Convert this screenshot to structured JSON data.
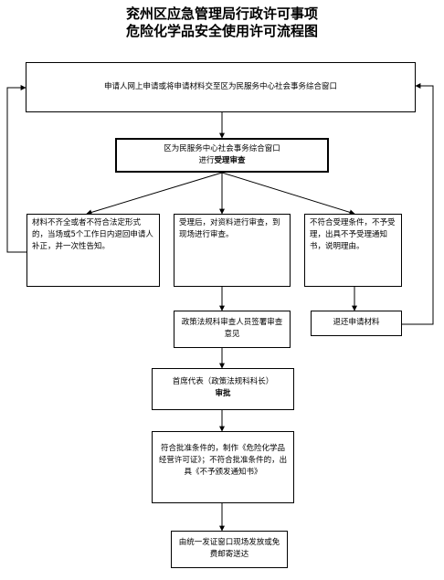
{
  "title": {
    "line1": "兖州区应急管理局行政许可事项",
    "line2": "危险化学品安全使用许可流程图"
  },
  "nodes": {
    "apply": "申请人网上申请或将申请材料交至区为民服务中心社会事务综合窗口",
    "accept_line1": "区为民服务中心社会事务综合窗口",
    "accept_line2_prefix": "进行",
    "accept_line2_bold": "受理审查",
    "incomplete": "材料不齐全或者不符合法定形式的，当场或5个工作日内退回申请人补正，并一次性告知。",
    "accepted": "受理后，对资料进行审查，到现场进行审查。",
    "rejected": "不符合受理条件，不予受理，出具不予受理通知书，说明理由。",
    "review_opinion": "政策法规科审查人员签署审查意见",
    "return_materials": "退还申请材料",
    "approve_line1": "首席代表（政策法规科科长）",
    "approve_line2": "审批",
    "decision": "符合批准条件的，制作《危险化学品经营许可证》；不符合批准条件的，出具《不予颁发通知书》",
    "issue": "由统一发证窗口现场发放或免费邮寄送达"
  }
}
